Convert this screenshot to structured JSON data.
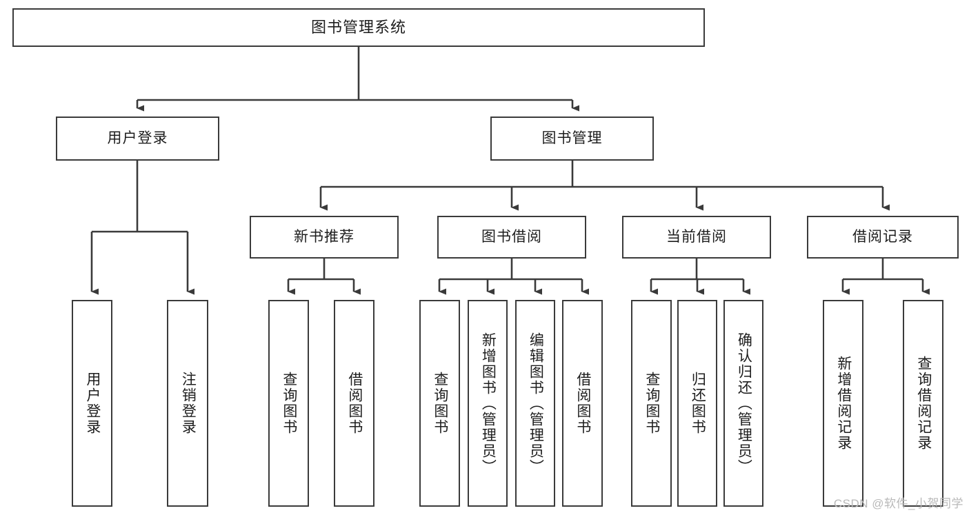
{
  "diagram": {
    "title": "图书管理系统",
    "type": "tree-hierarchy-chart",
    "stroke_color": "#3a3a3a",
    "text_color": "#1d1d1d",
    "background_color": "#ffffff"
  },
  "root": {
    "label": "图书管理系统"
  },
  "level2": [
    {
      "label": "用户登录"
    },
    {
      "label": "图书管理"
    }
  ],
  "level3": [
    {
      "label": "新书推荐"
    },
    {
      "label": "图书借阅"
    },
    {
      "label": "当前借阅"
    },
    {
      "label": "借阅记录"
    }
  ],
  "leaves": {
    "user_login": [
      {
        "label": "用户登录"
      },
      {
        "label": "注销登录"
      }
    ],
    "new_book_recommend": [
      {
        "label": "查询图书"
      },
      {
        "label": "借阅图书"
      }
    ],
    "book_borrow": [
      {
        "label": "查询图书"
      },
      {
        "label": "新增图书（管理员）"
      },
      {
        "label": "编辑图书（管理员）"
      },
      {
        "label": "借阅图书"
      }
    ],
    "current_borrow": [
      {
        "label": "查询图书"
      },
      {
        "label": "归还图书"
      },
      {
        "label": "确认归还（管理员）"
      }
    ],
    "borrow_record": [
      {
        "label": "新增借阅记录"
      },
      {
        "label": "查询借阅记录"
      }
    ]
  },
  "watermark": {
    "text": "CSDN @软件_小贺同学",
    "color": "#b9b9b9"
  }
}
